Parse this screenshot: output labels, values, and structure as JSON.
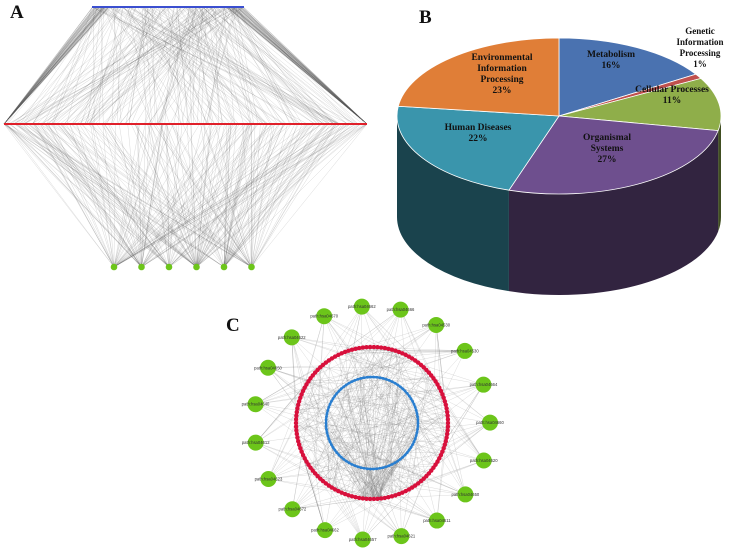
{
  "panels": {
    "a_letter": "A",
    "b_letter": "B",
    "c_letter": "C"
  },
  "colors": {
    "blue_line": "#3b4fd0",
    "red_line": "#e0202a",
    "green_node": "#6cc51a",
    "edge_gray": "#555555",
    "red_ring": "#d8103c",
    "blue_ring": "#2a7fd0"
  },
  "chart_data": [
    {
      "type": "network",
      "panel": "A",
      "layers": [
        {
          "name": "",
          "color": "#3b4fd0"
        },
        {
          "name": "",
          "color": "#e0202a"
        },
        {
          "name": "",
          "color": "#6cc51a",
          "node_count": 6
        }
      ]
    },
    {
      "type": "pie",
      "panel": "B",
      "style": "3d",
      "slices": [
        {
          "label": "Metabolism",
          "value": 16,
          "pct": "16%",
          "color": "#4a72b0",
          "label_lines": [
            "Metabolism",
            "16%"
          ]
        },
        {
          "label": "Genetic Information Processing",
          "value": 1,
          "pct": "1%",
          "color": "#c0504d",
          "label_lines": [
            "Genetic",
            "Information",
            "Processing",
            "1%"
          ]
        },
        {
          "label": "Cellular Processes",
          "value": 11,
          "pct": "11%",
          "color": "#8fae4a",
          "label_lines": [
            "Cellular Processes",
            "11%"
          ]
        },
        {
          "label": "Organismal Systems",
          "value": 27,
          "pct": "27%",
          "color": "#6e4f8e",
          "label_lines": [
            "Organismal",
            "Systems",
            "27%"
          ]
        },
        {
          "label": "Human Diseases",
          "value": 22,
          "pct": "22%",
          "color": "#3a95ac",
          "label_lines": [
            "Human Diseases",
            "22%"
          ]
        },
        {
          "label": "Environmental Information Processing",
          "value": 23,
          "pct": "23%",
          "color": "#e07e37",
          "label_lines": [
            "Environmental",
            "Information",
            "Processing",
            "23%"
          ]
        }
      ]
    },
    {
      "type": "network",
      "panel": "C",
      "layout": "concentric",
      "outer_nodes": [
        "path:hsa04666",
        "path:hsa04530",
        "path:hsa04530",
        "path:hsa04664",
        "path:hsa04660",
        "path:hsa04620",
        "path:hsa04650",
        "path:hsa04611",
        "path:hsa04621",
        "path:hsa04657",
        "path:hsa04662",
        "path:hsa04672",
        "path:hsa04623",
        "path:hsa04612",
        "path:hsa04640",
        "path:hsa04650",
        "path:hsa04622",
        "path:hsa04670",
        "path:hsa04662"
      ]
    }
  ]
}
